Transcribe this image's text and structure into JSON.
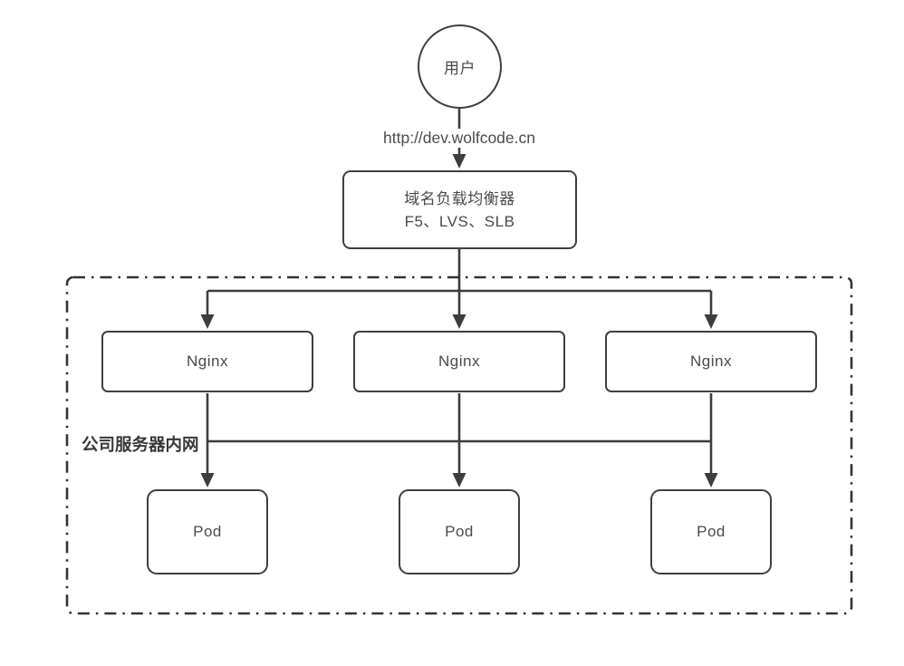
{
  "diagram": {
    "user_node": {
      "label": "用户"
    },
    "request_url_label": "http://dev.wolfcode.cn",
    "load_balancer": {
      "title": "域名负载均衡器",
      "subtitle": "F5、LVS、SLB"
    },
    "intranet_label": "公司服务器内网",
    "nginx_nodes": [
      {
        "label": "Nginx"
      },
      {
        "label": "Nginx"
      },
      {
        "label": "Nginx"
      }
    ],
    "pod_nodes": [
      {
        "label": "Pod"
      },
      {
        "label": "Pod"
      },
      {
        "label": "Pod"
      }
    ],
    "colors": {
      "line": "#3d3d3d",
      "box_border": "#3f3f3f",
      "text": "#4a4a4a",
      "background": "#ffffff"
    }
  }
}
